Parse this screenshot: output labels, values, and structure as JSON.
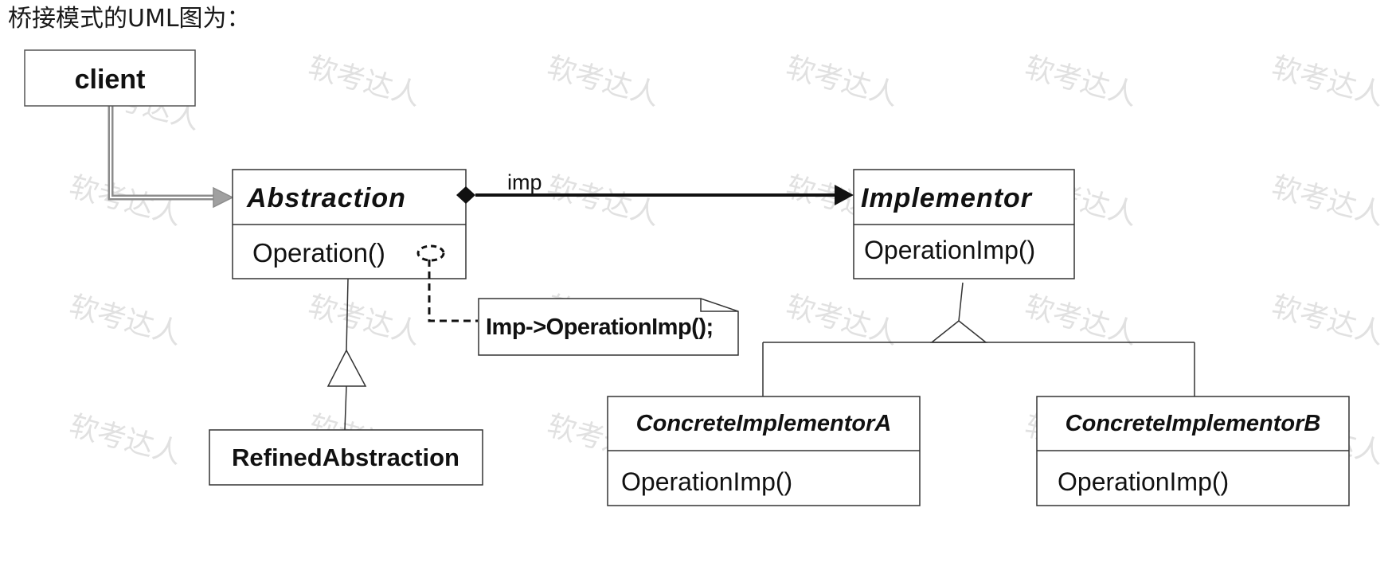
{
  "heading": "桥接模式的UML图为：",
  "watermark": "软考达人",
  "diagram": {
    "client": {
      "name": "client"
    },
    "abstraction": {
      "name": "Abstraction",
      "method": "Operation()"
    },
    "implementor": {
      "name": "Implementor",
      "method": "OperationImp()"
    },
    "refined": {
      "name": "RefinedAbstraction"
    },
    "concrete_a": {
      "name": "ConcreteImplementorA",
      "method": "OperationImp()"
    },
    "concrete_b": {
      "name": "ConcreteImplementorB",
      "method": "OperationImp()"
    },
    "association_label": "imp",
    "note": "Imp->OperationImp();"
  },
  "colors": {
    "line": "#222222",
    "client_arrow": "#8c8c8c",
    "box_border": "#333333",
    "watermark": "#c9c9c9"
  }
}
